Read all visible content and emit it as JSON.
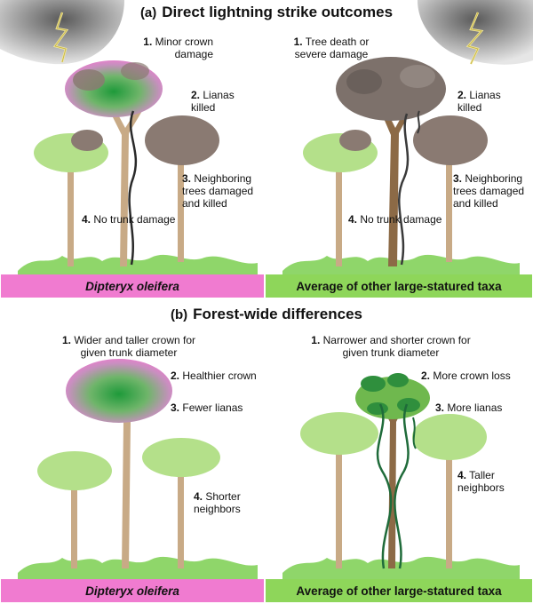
{
  "panel_a": {
    "letter": "(a)",
    "title": "Direct lightning strike outcomes",
    "left": {
      "l1n": "1.",
      "l1": "Minor crown damage",
      "l2n": "2.",
      "l2": "Lianas killed",
      "l3n": "3.",
      "l3": "Neighboring trees damaged and killed",
      "l4n": "4.",
      "l4": "No trunk damage"
    },
    "right": {
      "l1n": "1.",
      "l1": "Tree death or severe damage",
      "l2n": "2.",
      "l2": "Lianas killed",
      "l3n": "3.",
      "l3": "Neighboring trees damaged and killed",
      "l4n": "4.",
      "l4": "No trunk damage"
    },
    "band_left": "Dipteryx oleifera",
    "band_right": "Average of other large-statured taxa"
  },
  "panel_b": {
    "letter": "(b)",
    "title": "Forest-wide differences",
    "left": {
      "l1n": "1.",
      "l1": "Wider and taller crown for given trunk diameter",
      "l2n": "2.",
      "l2": "Healthier crown",
      "l3n": "3.",
      "l3": "Fewer lianas",
      "l4n": "4.",
      "l4": "Shorter neighbors"
    },
    "right": {
      "l1n": "1.",
      "l1": "Narrower and shorter crown for given trunk diameter",
      "l2n": "2.",
      "l2": "More crown loss",
      "l3n": "3.",
      "l3": "More lianas",
      "l4n": "4.",
      "l4": "Taller neighbors"
    },
    "band_left": "Dipteryx oleifera",
    "band_right": "Average of other large-statured taxa"
  },
  "colors": {
    "dipteryx_band": "#f07bd0",
    "others_band": "#8ed65a",
    "grass": "#8fd66a",
    "trunk": "#c8aa86",
    "damaged_crown": "#8a7a72",
    "liana": "#1f6b3a"
  }
}
